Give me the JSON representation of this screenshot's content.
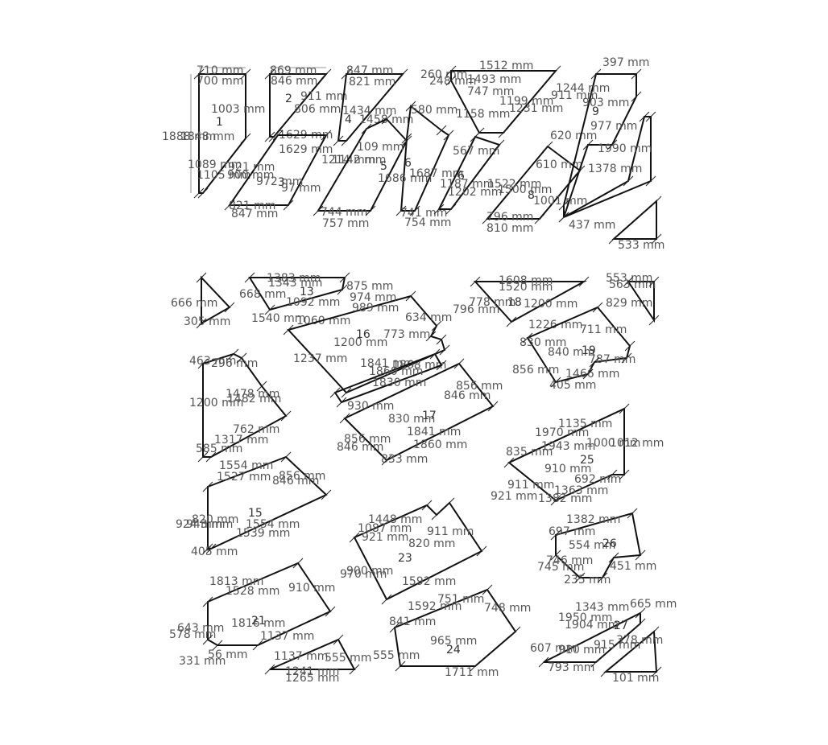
{
  "pieces": [
    {
      "id": "1",
      "labels": [
        "710 mm",
        "700 mm",
        "1003 mm",
        "1888 mm",
        "1848 mm",
        "1089 mm",
        "1105 mm"
      ]
    },
    {
      "id": "2",
      "labels": [
        "869 mm",
        "846 mm",
        "911 mm",
        "806 mm",
        "1629 mm"
      ]
    },
    {
      "id": "3",
      "labels": [
        "921 mm",
        "900 mm",
        "972 mm",
        "97 mm",
        "1629 mm",
        "821 mm",
        "847 mm"
      ]
    },
    {
      "id": "4",
      "labels": [
        "847 mm",
        "821 mm",
        "1434 mm",
        "1458 mm",
        "1214 mm",
        "1142 mm"
      ]
    },
    {
      "id": "5",
      "labels": [
        "109 mm",
        "744 mm",
        "757 mm"
      ]
    },
    {
      "id": "6",
      "labels": [
        "260 mm",
        "248 mm",
        "580 mm",
        "1687 mm",
        "1686 mm",
        "741 mm",
        "754 mm"
      ]
    },
    {
      "id": "6",
      "labels": [
        "1512 mm",
        "1493 mm",
        "747 mm",
        "1199 mm",
        "1158 mm",
        "567 mm",
        "1187 mm",
        "1202 mm"
      ]
    },
    {
      "id": "8",
      "labels": [
        "1231 mm",
        "1522 mm",
        "1500 mm",
        "796 mm",
        "810 mm",
        "620 mm",
        "610 mm"
      ]
    },
    {
      "id": "9",
      "labels": [
        "397 mm",
        "1244 mm",
        "911 mm",
        "903 mm",
        "977 mm",
        "1990 mm",
        "1001 mm",
        "1378 mm",
        "437 mm",
        "533 mm"
      ]
    },
    {
      "id": "13",
      "labels": [
        "1383 mm",
        "1343 mm",
        "668 mm",
        "666 mm",
        "1092 mm",
        "1060 mm",
        "1540 mm",
        "305 mm"
      ]
    },
    {
      "id": "16",
      "labels": [
        "875 mm",
        "974 mm",
        "989 mm",
        "634 mm",
        "773 mm",
        "1200 mm",
        "1237 mm",
        "1841 mm",
        "1868 mm"
      ]
    },
    {
      "id": "18",
      "labels": [
        "1608 mm",
        "1520 mm",
        "778 mm",
        "796 mm",
        "1200 mm",
        "1226 mm",
        "553 mm",
        "563 mm",
        "829 mm"
      ]
    },
    {
      "id": "19",
      "labels": [
        "711 mm",
        "830 mm",
        "840 mm",
        "856 mm",
        "1466 mm",
        "405 mm",
        "787 mm"
      ]
    },
    {
      "id": "14",
      "labels": [
        "463 mm",
        "296 mm",
        "1478 mm",
        "1482 mm",
        "1200 mm",
        "762 mm",
        "1317 mm",
        "585 mm"
      ]
    },
    {
      "id": "17",
      "labels": [
        "1860 mm",
        "1830 mm",
        "856 mm",
        "846 mm",
        "930 mm",
        "830 mm",
        "1841 mm",
        "1860 mm",
        "856 mm",
        "846 mm",
        "833 mm"
      ]
    },
    {
      "id": "25",
      "labels": [
        "1135 mm",
        "1970 mm",
        "1943 mm",
        "1000 mm",
        "1012 mm",
        "835 mm",
        "910 mm",
        "911 mm",
        "921 mm",
        "1363 mm",
        "1382 mm",
        "692 mm"
      ]
    },
    {
      "id": "15",
      "labels": [
        "1554 mm",
        "1527 mm",
        "856 mm",
        "846 mm",
        "820 mm",
        "924 mm",
        "943 mm",
        "1554 mm",
        "1539 mm",
        "405 mm"
      ]
    },
    {
      "id": "23",
      "labels": [
        "1448 mm",
        "1087 mm",
        "921 mm",
        "911 mm",
        "820 mm",
        "900 mm",
        "970 mm",
        "1592 mm"
      ]
    },
    {
      "id": "26",
      "labels": [
        "1382 mm",
        "697 mm",
        "554 mm",
        "746 mm",
        "745 mm",
        "451 mm",
        "235 mm"
      ]
    },
    {
      "id": "21",
      "labels": [
        "1813 mm",
        "1528 mm",
        "910 mm",
        "643 mm",
        "578 mm",
        "1816 mm",
        "1137 mm",
        "331 mm",
        "56 mm"
      ]
    },
    {
      "id": "22",
      "labels": [
        "1137 mm",
        "555 mm",
        "1241 mm",
        "1265 mm"
      ]
    },
    {
      "id": "24",
      "labels": [
        "1592 mm",
        "751 mm",
        "748 mm",
        "841 mm",
        "965 mm",
        "555 mm",
        "1711 mm"
      ]
    },
    {
      "id": "27",
      "labels": [
        "1343 mm",
        "665 mm",
        "1950 mm",
        "1904 mm",
        "607 mm",
        "910 mm",
        "915 mm",
        "378 mm",
        "793 mm",
        "101 mm"
      ]
    }
  ]
}
